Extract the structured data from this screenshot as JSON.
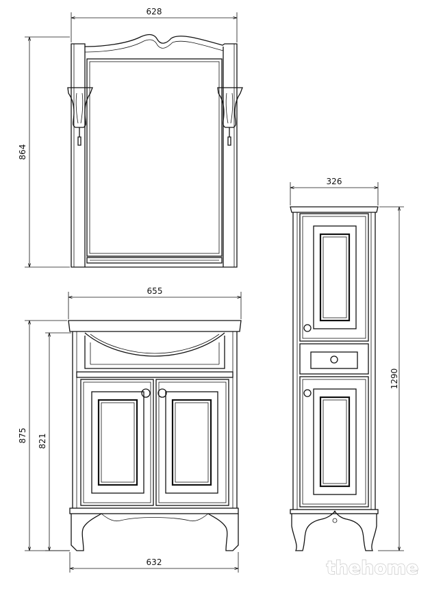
{
  "dimensions": {
    "mirror_width": "628",
    "mirror_height": "864",
    "tall_cabinet_width": "326",
    "tall_cabinet_height": "1290",
    "vanity_top_width": "655",
    "vanity_total_height": "875",
    "vanity_body_height": "821",
    "vanity_base_width": "632"
  },
  "watermark": "thehome"
}
